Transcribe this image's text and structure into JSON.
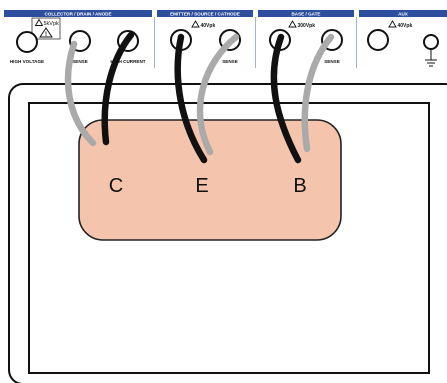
{
  "panel": {
    "groups": [
      {
        "id": "collector",
        "title": "COLLECTOR / DRAIN / ANODE"
      },
      {
        "id": "emitter",
        "title": "EMITTER / SOURCE / CATHODE"
      },
      {
        "id": "base",
        "title": "BASE / GATE"
      },
      {
        "id": "aux",
        "title": "AUX"
      }
    ],
    "warning_label": "5kVpk",
    "jacks": {
      "high_voltage": "HIGH VOLTAGE",
      "collector_sense": "SENSE",
      "high_current": "HIGH CURRENT",
      "emitter_rating": "40Vpk",
      "emitter_sense": "SENSE",
      "base_rating": "300Vpk",
      "base_sense": "SENSE",
      "aux_rating": "40Vpk"
    }
  },
  "fixture": {
    "pins": [
      "C",
      "E",
      "B"
    ]
  },
  "colors": {
    "header_blue": "#2d4f9e",
    "cable_black": "#111111",
    "cable_gray": "#aaaaaa",
    "pad_fill": "#f5c4ad",
    "pad_stroke": "#222222"
  }
}
